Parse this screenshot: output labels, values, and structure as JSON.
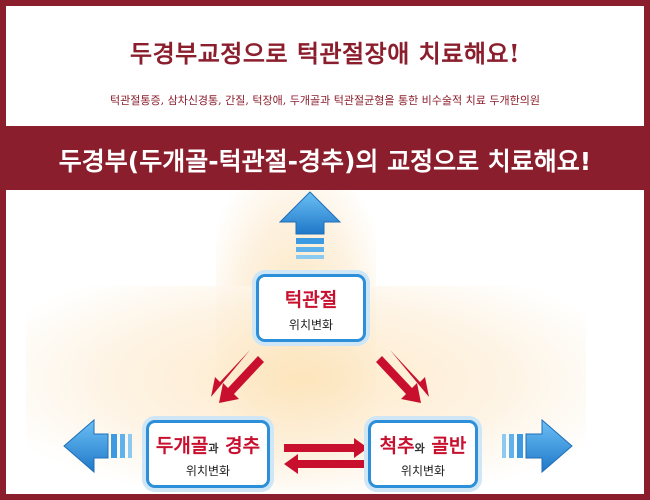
{
  "header": {
    "title": "두경부교정으로 턱관절장애 치료해요!",
    "subtitle": "턱관절통증, 삼차신경통, 간질, 턱장애, 두개골과 턱관절균형을 통한 비수술적 치료 두개한의원"
  },
  "banner": {
    "text": "두경부(두개골-턱관절-경추)의 교정으로 치료해요!"
  },
  "diagram": {
    "top_node": {
      "title": "턱관절",
      "subtitle": "위치변화"
    },
    "left_node": {
      "title_a": "두개골",
      "connector": "과",
      "title_b": "경추",
      "subtitle": "위치변화"
    },
    "right_node": {
      "title_a": "척추",
      "connector": "와",
      "title_b": "골반",
      "subtitle": "위치변화"
    }
  },
  "colors": {
    "frame": "#8b1e2c",
    "arrow_blue": "#2d8fd8",
    "arrow_red": "#c8102e",
    "glow": "#fbe7c6"
  },
  "icons": [
    "up-arrow-icon",
    "left-arrow-icon",
    "right-arrow-icon",
    "exchange-arrows-icon"
  ]
}
